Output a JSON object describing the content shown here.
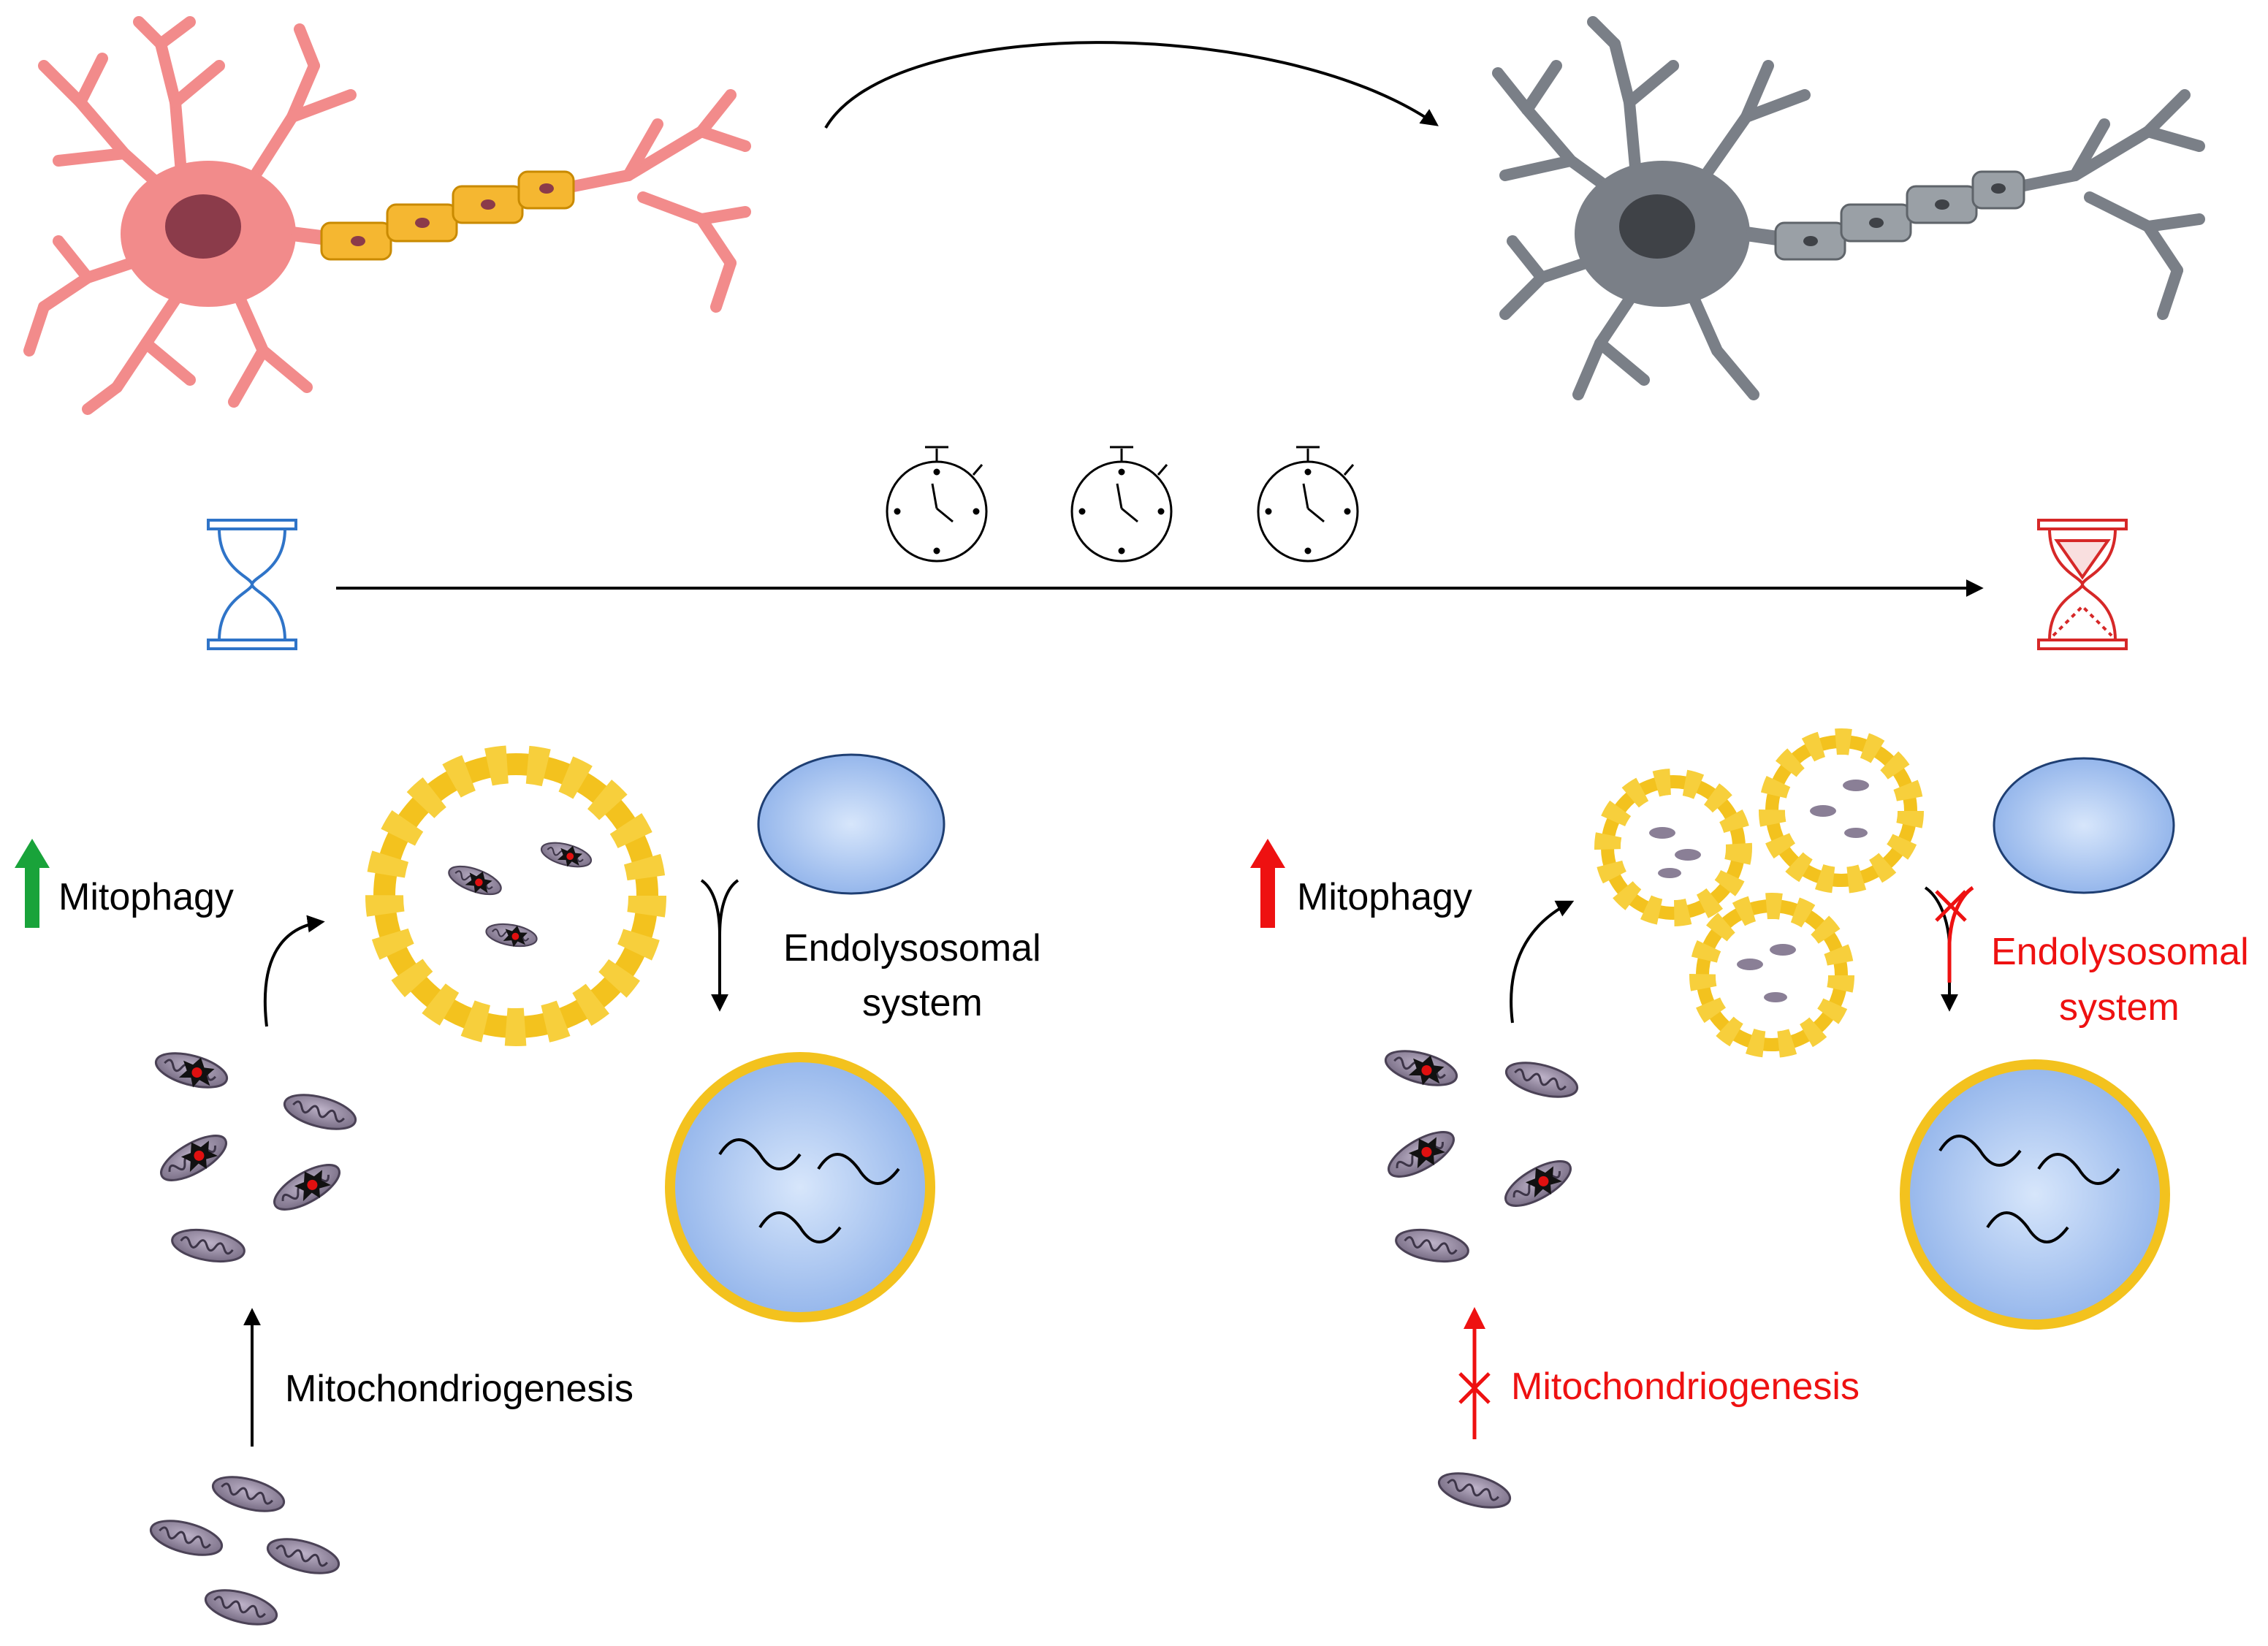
{
  "left_panel": {
    "mitophagy_label": "Mitophagy",
    "endolysosomal_line1": "Endolysosomal",
    "endolysosomal_line2": "system",
    "mitochondriogenesis_label": "Mitochondriogenesis"
  },
  "right_panel": {
    "mitophagy_label": "Mitophagy",
    "endolysosomal_line1": "Endolysosomal",
    "endolysosomal_line2": "system",
    "mitochondriogenesis_label": "Mitochondriogenesis"
  },
  "colors": {
    "young_neuron": "#f28b8b",
    "aged_neuron": "#7a7f87",
    "myelin_young": "#f5b731",
    "myelin_aged": "#9aa0a6",
    "hourglass_young": "#2f74c8",
    "hourglass_aged": "#d62828",
    "upregulated_arrow": "#19a33a",
    "impaired_red": "#ee1111",
    "autophagosome": "#f3c21e",
    "lysosome": "#a9c6f2",
    "mitochondrion": "#8a7f96"
  },
  "icons": [
    "neuron-icon",
    "hourglass-icon",
    "stopwatch-icon",
    "mitochondrion-icon",
    "autophagosome-icon",
    "lysosome-icon",
    "endosome-icon"
  ]
}
